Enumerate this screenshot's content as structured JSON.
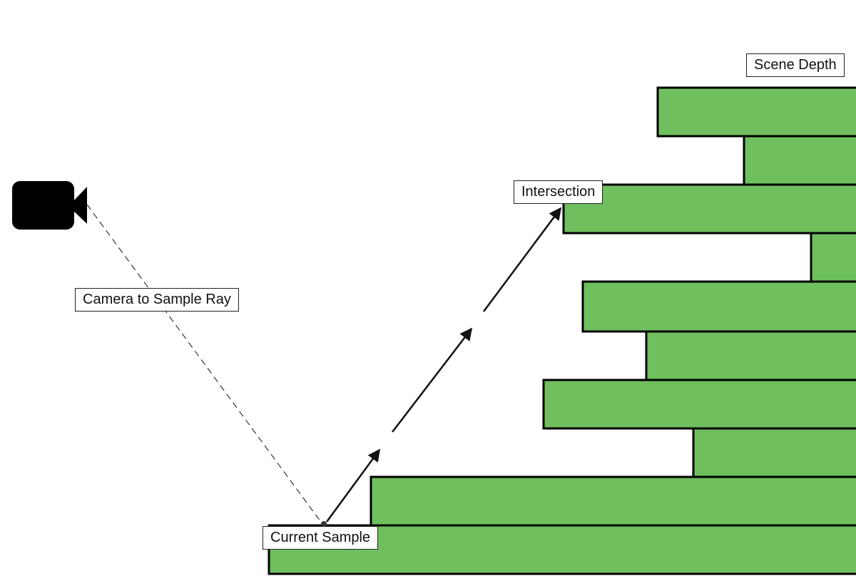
{
  "labels": {
    "scene_depth": "Scene Depth",
    "intersection": "Intersection",
    "camera_ray": "Camera to Sample Ray",
    "current_sample": "Current Sample"
  },
  "icons": {
    "camera": "video-camera-icon"
  },
  "colors": {
    "depth_fill": "#6fbf5e",
    "stroke": "#000000",
    "label_bg": "#ffffff"
  }
}
